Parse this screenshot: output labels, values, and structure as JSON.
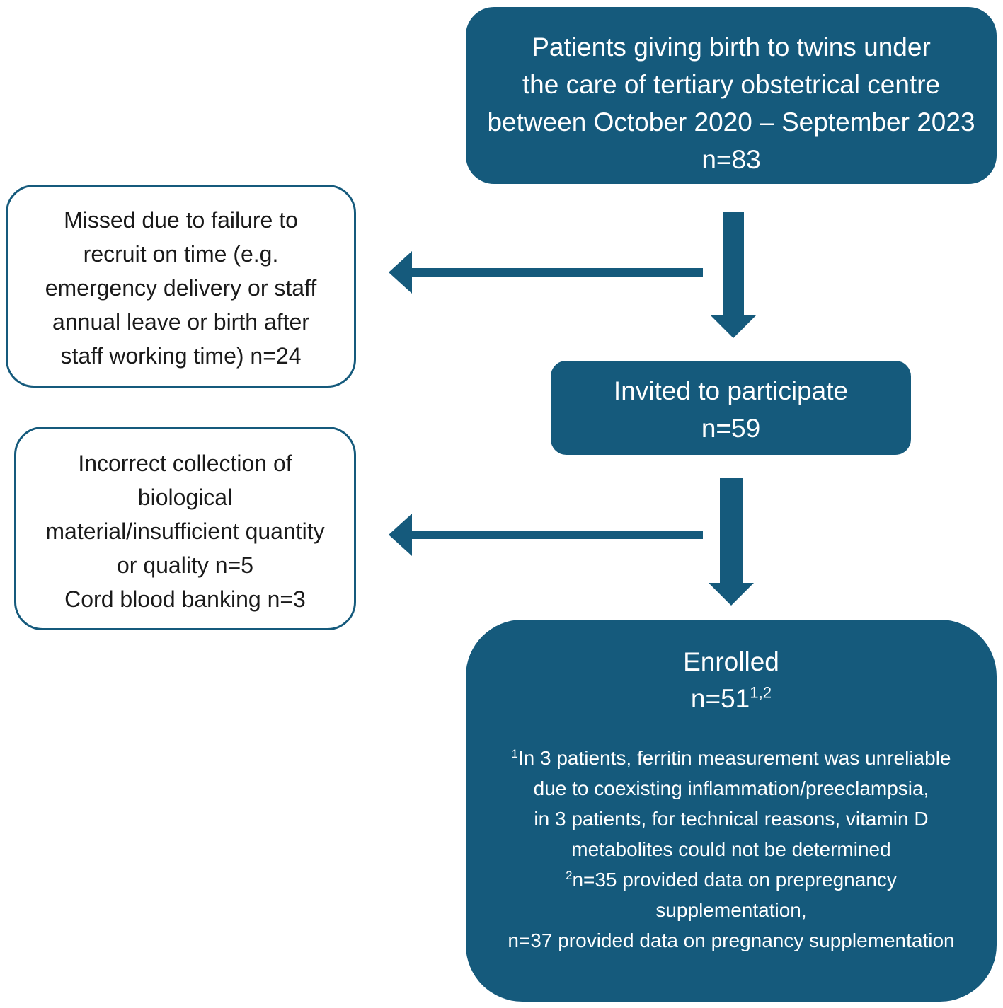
{
  "colors": {
    "box_fill": "#155a7c",
    "box_text": "#ffffff",
    "outline_border": "#155a7c",
    "outline_text": "#1a1a1a",
    "arrow": "#155a7c"
  },
  "top_box": {
    "lines": [
      "Patients giving birth to twins under",
      "the care of tertiary obstetrical centre",
      "between October 2020 – September 2023",
      "n=83"
    ]
  },
  "excluded_1": {
    "lines": [
      "Missed due to failure to",
      "recruit on time (e.g.",
      "emergency delivery or staff",
      "annual leave or birth after",
      "staff working time) n=24"
    ]
  },
  "invited_box": {
    "lines": [
      "Invited to participate",
      "n=59"
    ]
  },
  "excluded_2": {
    "lines": [
      "Incorrect collection of",
      "biological",
      "material/insufficient quantity",
      "or quality n=5",
      "Cord blood banking n=3"
    ]
  },
  "enrolled_box": {
    "title": "Enrolled",
    "count": "n=51",
    "count_sup": "1,2",
    "note1_marker": "1",
    "note1_lines": [
      "In 3 patients, ferritin measurement was unreliable",
      "due to coexisting inflammation/preeclampsia,",
      "in 3 patients, for technical reasons, vitamin D",
      "metabolites could not be determined"
    ],
    "note2_marker": "2",
    "note2_lines": [
      "n=35 provided data on prepregnancy",
      "supplementation,",
      "n=37 provided data on pregnancy supplementation"
    ]
  }
}
